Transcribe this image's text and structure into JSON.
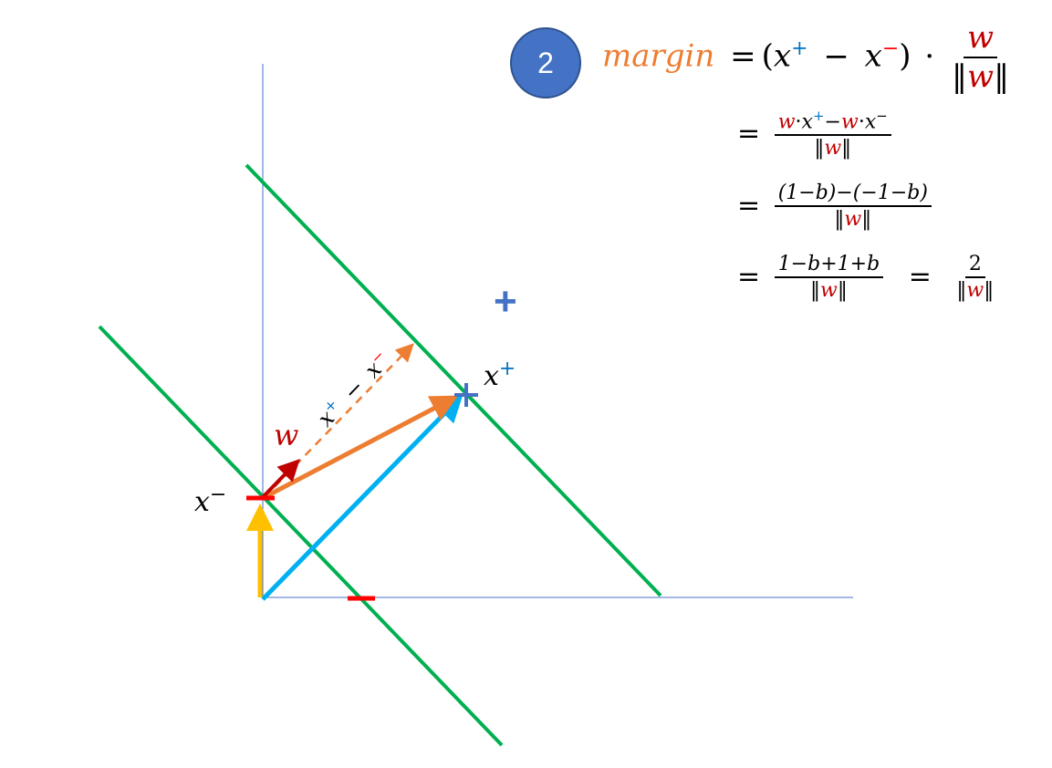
{
  "step_number": "2",
  "equation": {
    "margin_word": "margin",
    "eq": "=",
    "open_paren": "(",
    "close_paren": ")",
    "x_var": "x",
    "plus_sup": "+",
    "minus_sup": "−",
    "minus_op": "−",
    "dot": "·",
    "w_var": "w",
    "norm_w_left": "‖",
    "norm_w_right": "‖",
    "line2_num_w1": "w",
    "line2_num_x1": "x",
    "line2_num_op": "−",
    "line2_num_w2": "w",
    "line2_num_x2": "x",
    "line3_num": "(1−b)−(−1−b)",
    "line4_num": "1−b+1+b",
    "result_num": "2"
  },
  "labels": {
    "x_plus_base": "x",
    "x_plus_sup": "+",
    "x_minus_base": "x",
    "x_minus_sup": "−",
    "w": "w",
    "diff_a": "x",
    "diff_a_sup": "+",
    "diff_op": "−",
    "diff_b": "x",
    "diff_b_sup": "−",
    "plus_marker": "+"
  },
  "colors": {
    "margin_lines": "#00b050",
    "axis": "#4472c4",
    "x_plus_vector": "#00b0f0",
    "x_minus_vector": "#ffc000",
    "diff_vector": "#ed7d31",
    "w_vector": "#c00000",
    "minus_marker": "#ff0000",
    "plus_marker": "#4472c4"
  }
}
